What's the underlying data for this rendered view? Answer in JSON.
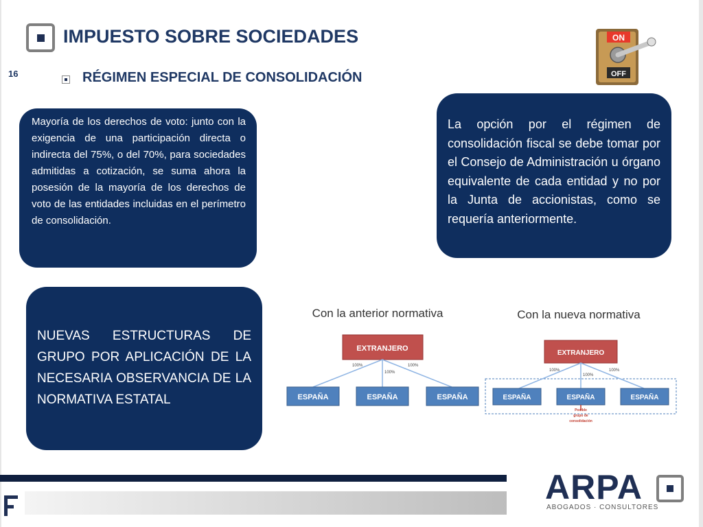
{
  "slide": {
    "number": "16",
    "title": "IMPUESTO SOBRE  SOCIEDADES",
    "subtitle": "RÉGIMEN ESPECIAL DE CONSOLIDACIÓN"
  },
  "switch_icon": {
    "on_label": "ON",
    "off_label": "OFF"
  },
  "boxes": {
    "voting_rights": "Mayoría de los derechos de voto: junto con la exigencia de una participación directa o indirecta del 75%, o del 70%, para sociedades admitidas a cotización, se suma ahora la posesión de la mayoría de los derechos de voto de las entidades incluidas en el perímetro de consolidación.",
    "board_option": "La opción por el régimen de consolidación fiscal se debe tomar por el Consejo de Administración u órgano equivalente de cada entidad y no por la Junta de accionistas, como se requería anteriormente.",
    "new_structures": "NUEVAS ESTRUCTURAS DE GRUPO POR APLICACIÓN DE LA NECESARIA OBSERVANCIA DE LA NORMATIVA ESTATAL"
  },
  "diagram": {
    "previous": {
      "heading": "Con la anterior normativa",
      "parent": "EXTRANJERO",
      "children": [
        "ESPAÑA",
        "ESPAÑA",
        "ESPAÑA"
      ],
      "edge_labels": [
        "100%",
        "100%",
        "100%"
      ]
    },
    "new": {
      "heading": "Con la nueva normativa",
      "parent": "EXTRANJERO",
      "children": [
        "ESPAÑA",
        "ESPAÑA",
        "ESPAÑA"
      ],
      "edge_labels": [
        "100%",
        "100%",
        "100%"
      ],
      "group_label_line1": "Posible",
      "group_label_line2": "grupo de",
      "group_label_line3": "consolidación"
    }
  },
  "brand": {
    "name": "ARPA",
    "tagline": "ABOGADOS · CONSULTORES"
  },
  "colors": {
    "navy": "#0f2e5e",
    "title_blue": "#1f3864",
    "parent_red": "#c0504d",
    "child_blue": "#4f81bd",
    "edge_blue": "#8eb4e3",
    "group_red": "#c0392b"
  }
}
